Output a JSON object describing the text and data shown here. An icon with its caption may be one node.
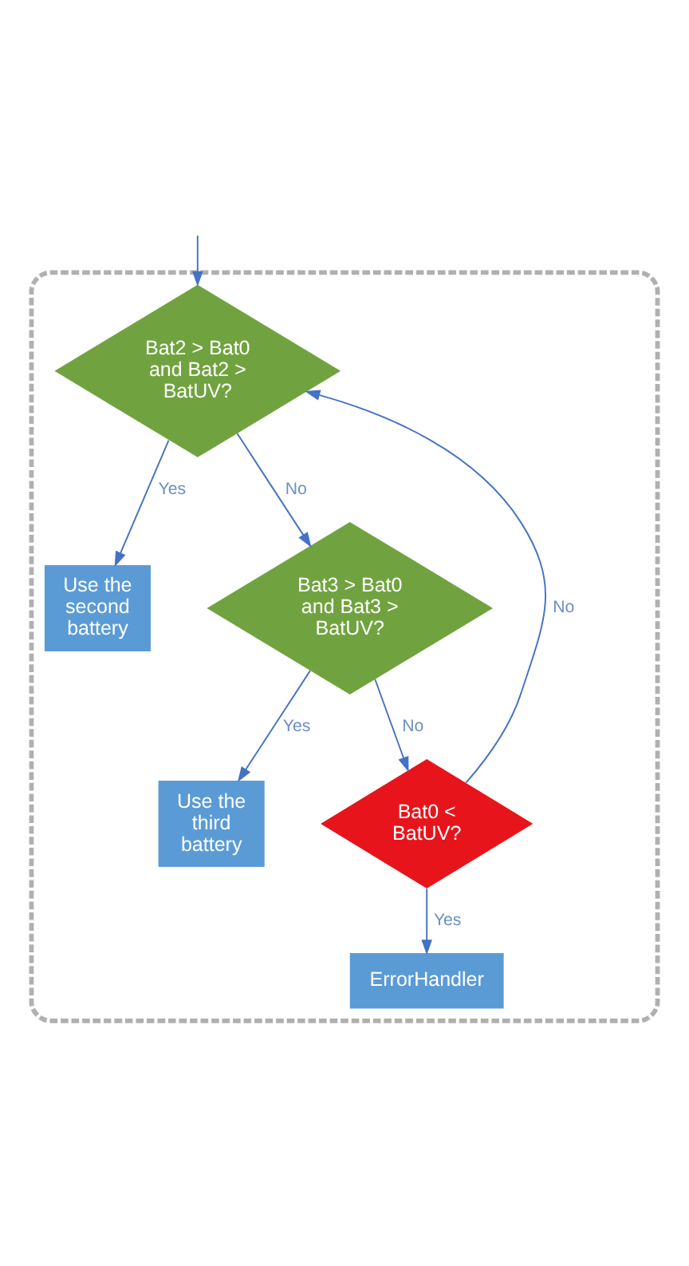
{
  "diagram": {
    "nodes": [
      {
        "text": [],
        "shape": "box"
      },
      {
        "text": [
          "Bat2 > Bat0 and Bat2 > BatUV?"
        ],
        "in": 0
      },
      {
        "text": [
          "Use the second battery"
        ],
        "in": 0
      },
      {
        "text": [
          "Bat3 > Bat0 and Bat3 > BatUV?"
        ],
        "in": 0
      },
      {
        "text": [
          "Use the third battery"
        ],
        "in": 0
      },
      {
        "text": [
          "Bat0 < BatUV?"
        ],
        "in": 0
      },
      {
        "text": [
          "ErrorHandler"
        ],
        "in": 0
      }
    ],
    "edges": [
      {
        "from": null,
        "to": 1,
        "arrow": "to"
      },
      {
        "from": 1,
        "to": 2,
        "arrow": "to",
        "label": "Yes"
      },
      {
        "from": 1,
        "to": 3,
        "arrow": "to",
        "label": "No"
      },
      {
        "from": 3,
        "to": 4,
        "arrow": "to",
        "label": "Yes"
      },
      {
        "from": 3,
        "to": 5,
        "arrow": "to",
        "label": "No"
      },
      {
        "from": 5,
        "to": 6,
        "arrow": "to",
        "label": "Yes"
      },
      {
        "from": 5,
        "to": 1,
        "arrow": "to",
        "label": "No"
      }
    ]
  }
}
